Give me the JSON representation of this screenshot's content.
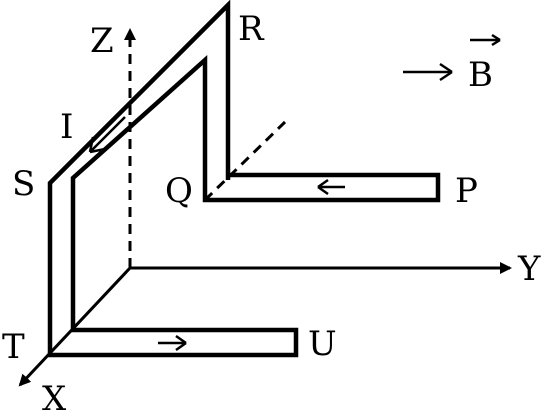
{
  "labels": {
    "z": "Z",
    "y": "Y",
    "x": "X",
    "r": "R",
    "s": "S",
    "t": "T",
    "u": "U",
    "q": "Q",
    "p": "P",
    "i": "I",
    "b": "B"
  },
  "colors": {
    "ink": "#000000",
    "background": "#ffffff"
  }
}
